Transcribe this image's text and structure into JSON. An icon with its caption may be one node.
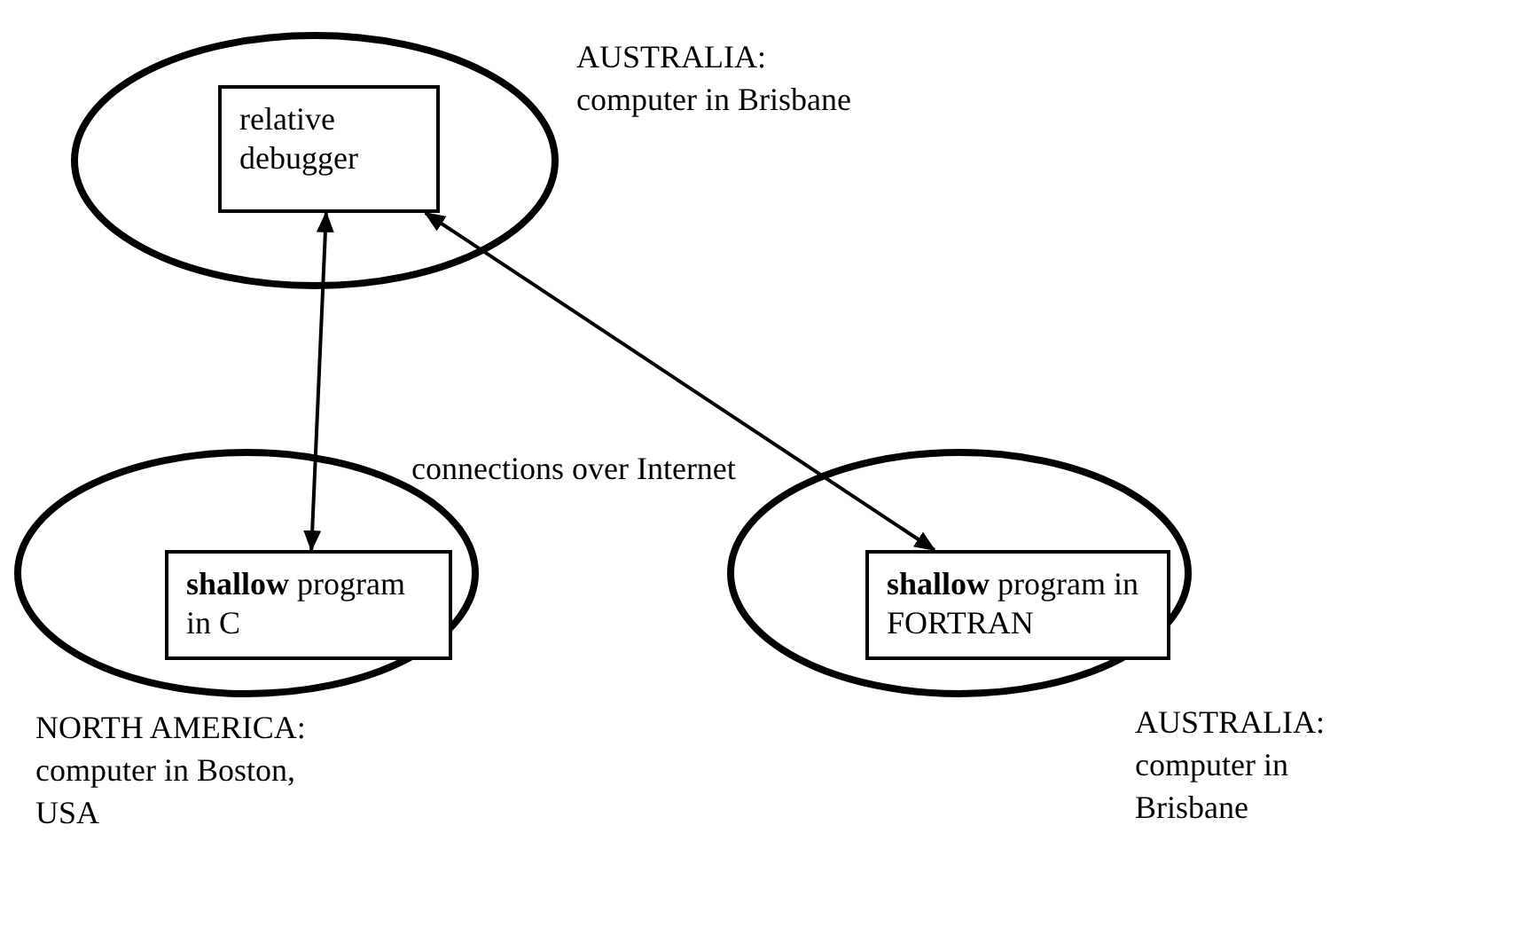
{
  "diagram": {
    "nodes": [
      {
        "text": [],
        "shape": "ellipse",
        "beside": [
          "AUSTRALIA: computer in Brisbane"
        ]
      },
      {
        "text": [
          "relative debugger"
        ],
        "in": 0
      },
      {
        "text": [],
        "shape": "ellipse",
        "beside": [
          "NORTH AMERICA: computer in Boston, USA"
        ]
      },
      {
        "text": [
          "**shallow** program in C"
        ],
        "in": 2
      },
      {
        "text": [],
        "shape": "ellipse",
        "beside": [
          "AUSTRALIA: computer in Brisbane"
        ]
      },
      {
        "text": [
          "**shallow** program in FORTRAN"
        ],
        "in": 4
      }
    ],
    "edges": [
      {
        "from": 1,
        "to": 3,
        "arrow": "both"
      },
      {
        "from": 1,
        "to": 5,
        "arrow": "both"
      }
    ],
    "labels": [
      "connections over Internet"
    ]
  }
}
